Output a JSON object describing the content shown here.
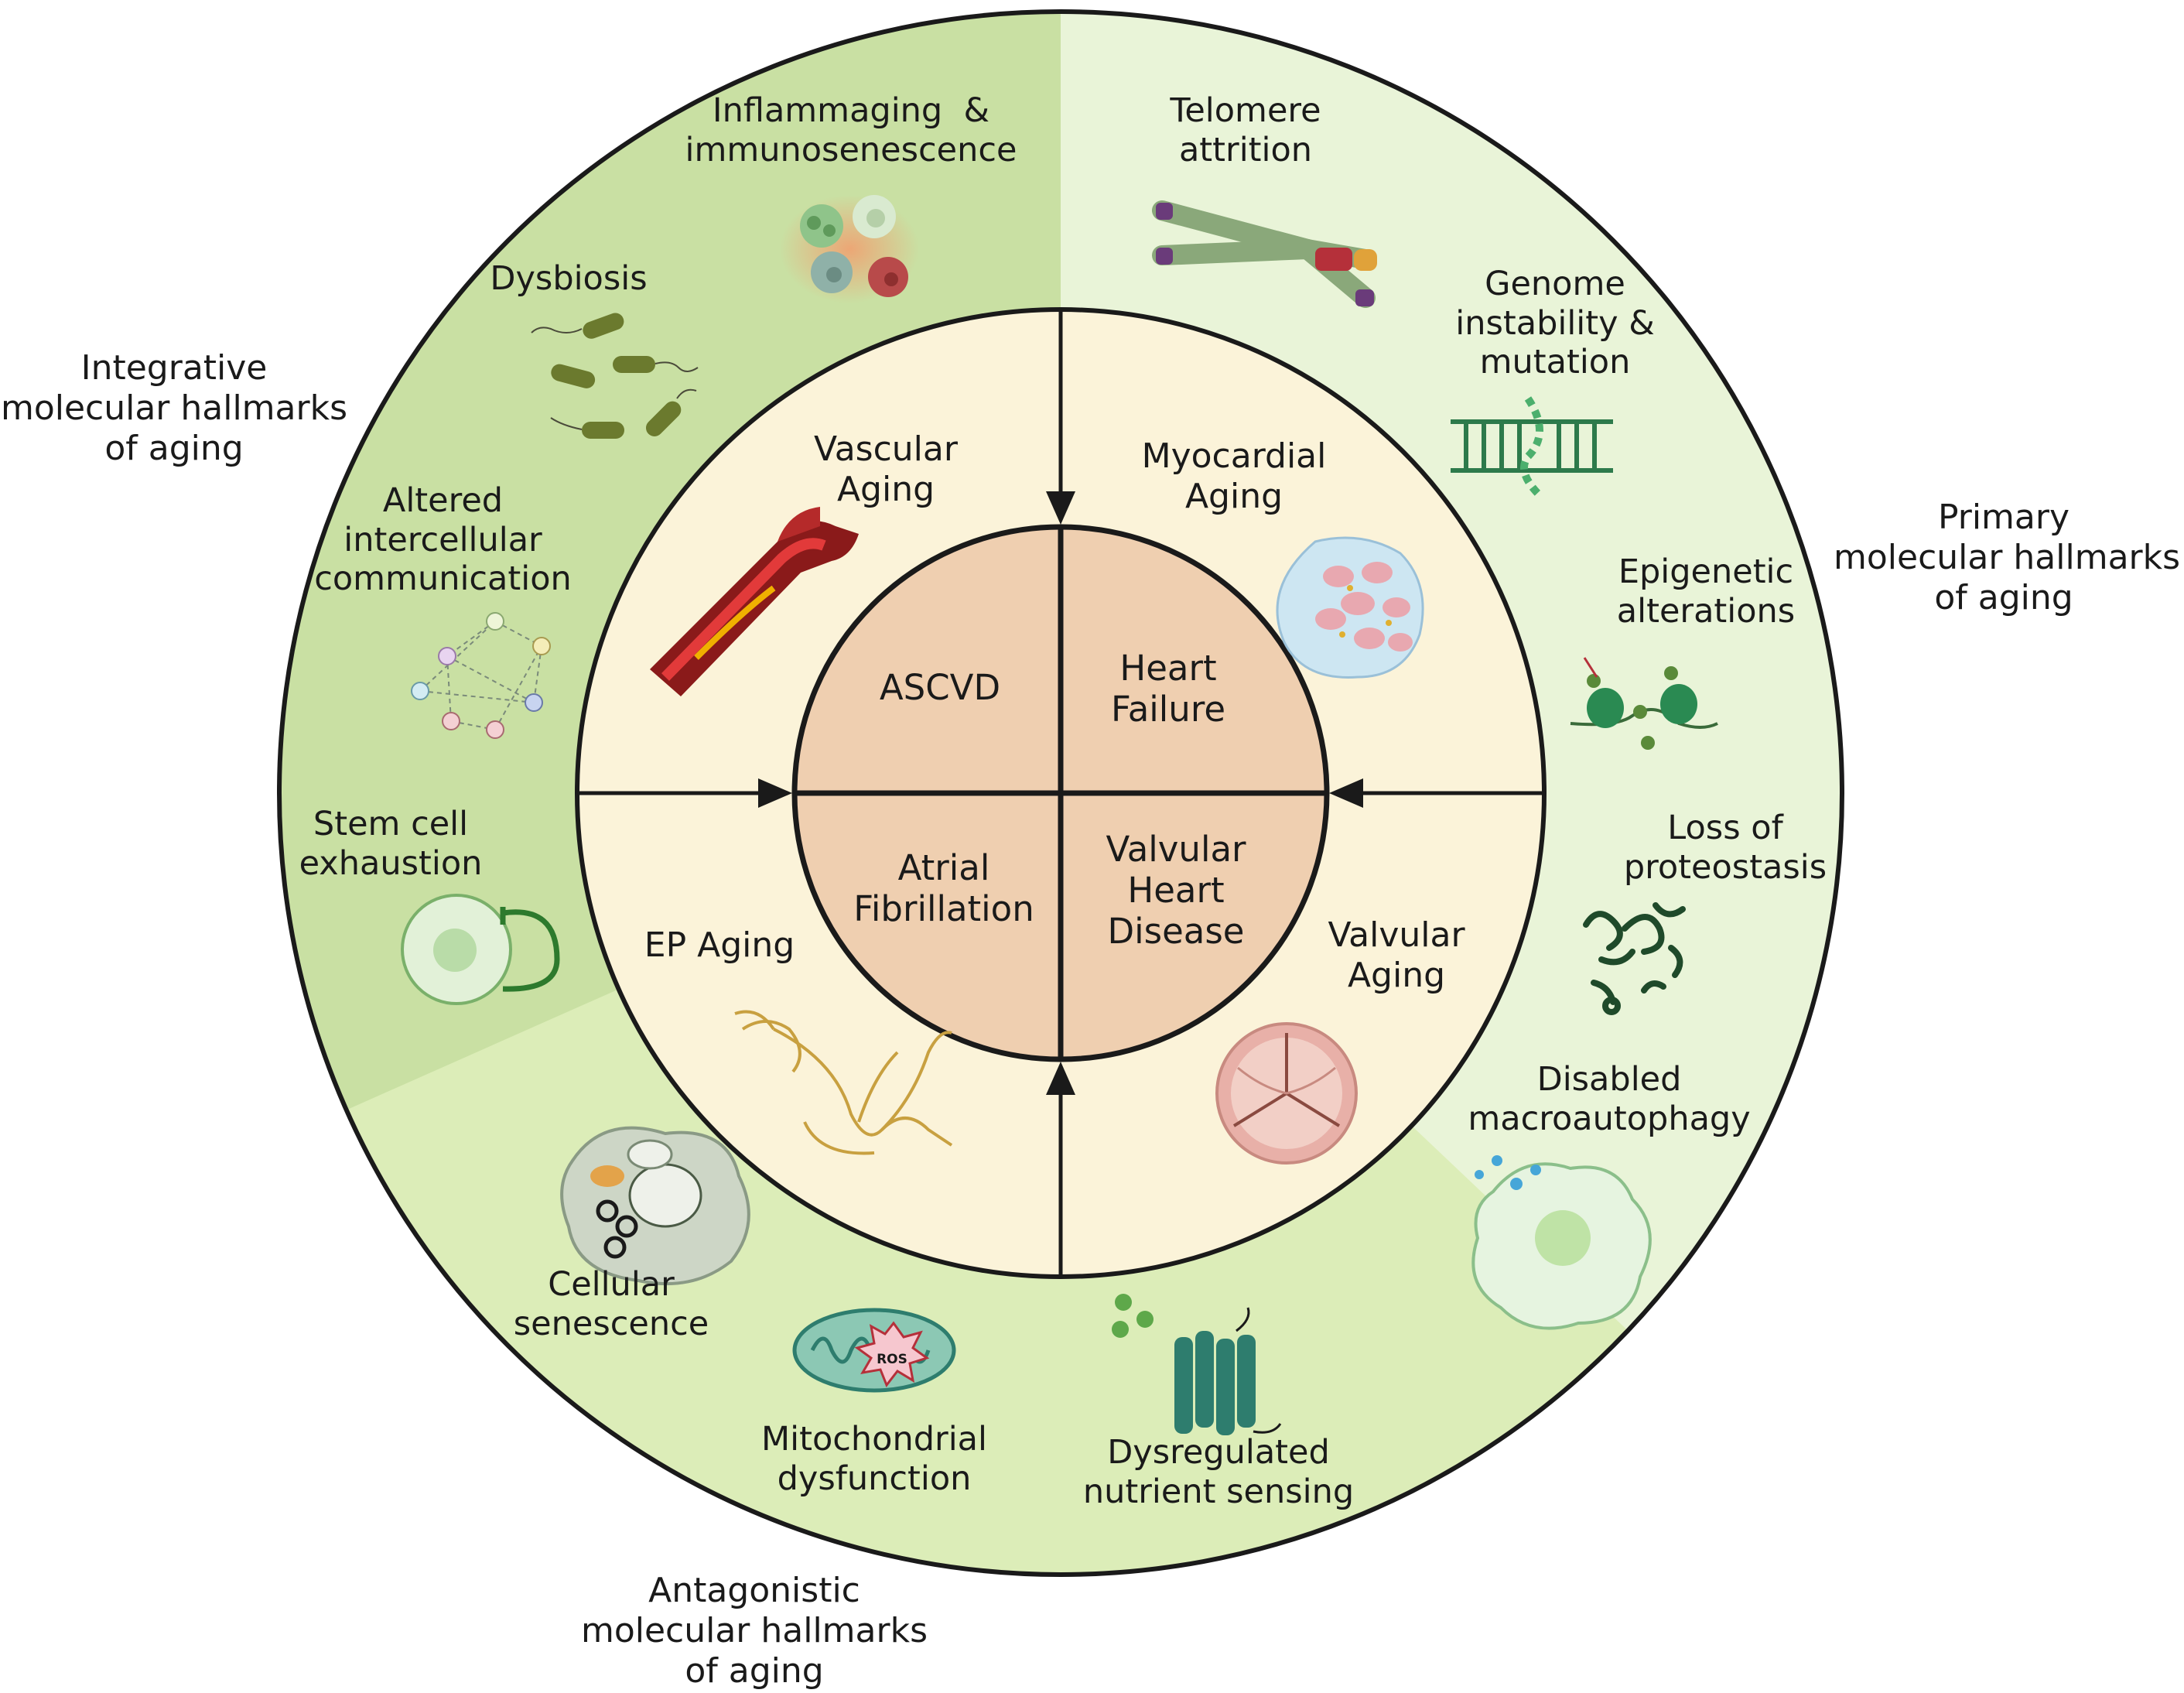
{
  "groups": {
    "integrative": [
      "Integrative",
      "molecular hallmarks",
      "of aging"
    ],
    "primary": [
      "Primary",
      "molecular hallmarks",
      "of aging"
    ],
    "antagonistic": [
      "Antagonistic",
      "molecular hallmarks",
      "of aging"
    ]
  },
  "hallmarks": {
    "inflammaging": [
      "Inflammaging  &",
      "immunosenescence"
    ],
    "telomere": [
      "Telomere",
      "attrition"
    ],
    "genome": [
      "Genome",
      "instability &",
      "mutation"
    ],
    "epigenetic": [
      "Epigenetic",
      "alterations"
    ],
    "proteostasis": [
      "Loss of",
      "proteostasis"
    ],
    "autophagy": [
      "Disabled",
      "macroautophagy"
    ],
    "nutrient": [
      "Dysregulated",
      "nutrient sensing"
    ],
    "mitochondrial": [
      "Mitochondrial",
      "dysfunction"
    ],
    "senescence": [
      "Cellular",
      "senescence"
    ],
    "stemcell": [
      "Stem cell",
      "exhaustion"
    ],
    "intercellular": [
      "Altered",
      "intercellular",
      "communication"
    ],
    "dysbiosis": [
      "Dysbiosis"
    ]
  },
  "aging_types": {
    "vascular": [
      "Vascular",
      "Aging"
    ],
    "myocardial": [
      "Myocardial",
      "Aging"
    ],
    "valvular": [
      "Valvular",
      "Aging"
    ],
    "ep": [
      "EP Aging"
    ]
  },
  "diseases": {
    "ascvd": [
      "ASCVD"
    ],
    "heart_failure": [
      "Heart",
      "Failure"
    ],
    "atrial_fib": [
      "Atrial",
      "Fibrillation"
    ],
    "valvular_disease": [
      "Valvular",
      "Heart",
      "Disease"
    ]
  },
  "icon_text": {
    "ros": "ROS"
  },
  "colors": {
    "integrative_sector": "#c9e0a3",
    "primary_sector": "#e9f4d8",
    "antagonistic_sector": "#dcedb8",
    "middle_ring": "#fbf3d9",
    "core": "#efcfb0"
  }
}
